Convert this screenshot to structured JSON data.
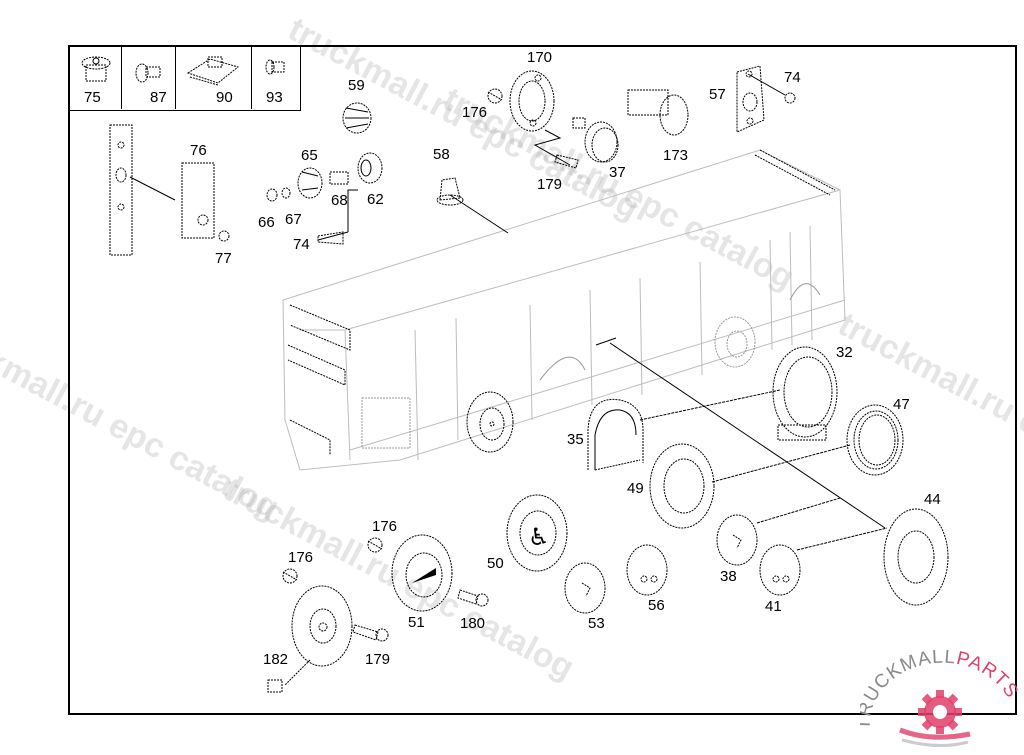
{
  "diagram": {
    "type": "exploded parts diagram",
    "subject": "city bus door control buttons and fittings",
    "legend_parts": [
      "75",
      "87",
      "90",
      "93"
    ],
    "callouts": [
      {
        "id": "c59",
        "label": "59"
      },
      {
        "id": "c170",
        "label": "170"
      },
      {
        "id": "c176a",
        "label": "176"
      },
      {
        "id": "c179a",
        "label": "179"
      },
      {
        "id": "c37",
        "label": "37"
      },
      {
        "id": "c173",
        "label": "173"
      },
      {
        "id": "c57",
        "label": "57"
      },
      {
        "id": "c74a",
        "label": "74"
      },
      {
        "id": "c76",
        "label": "76"
      },
      {
        "id": "c77",
        "label": "77"
      },
      {
        "id": "c65",
        "label": "65"
      },
      {
        "id": "c66",
        "label": "66"
      },
      {
        "id": "c67",
        "label": "67"
      },
      {
        "id": "c68",
        "label": "68"
      },
      {
        "id": "c62",
        "label": "62"
      },
      {
        "id": "c74b",
        "label": "74"
      },
      {
        "id": "c58",
        "label": "58"
      },
      {
        "id": "c32",
        "label": "32"
      },
      {
        "id": "c47",
        "label": "47"
      },
      {
        "id": "c35",
        "label": "35"
      },
      {
        "id": "c49",
        "label": "49"
      },
      {
        "id": "c44",
        "label": "44"
      },
      {
        "id": "c50",
        "label": "50"
      },
      {
        "id": "c38",
        "label": "38"
      },
      {
        "id": "c41",
        "label": "41"
      },
      {
        "id": "c56",
        "label": "56"
      },
      {
        "id": "c53",
        "label": "53"
      },
      {
        "id": "c176b",
        "label": "176"
      },
      {
        "id": "c176c",
        "label": "176"
      },
      {
        "id": "c51",
        "label": "51"
      },
      {
        "id": "c180",
        "label": "180"
      },
      {
        "id": "c182",
        "label": "182"
      },
      {
        "id": "c179b",
        "label": "179"
      }
    ]
  },
  "watermarks": [
    "truckmall.ru epc catalog",
    "truckmall.ru epc catalog",
    "truckmall.ru epc catalog",
    "truckmall.ru epc catalog",
    "truckmall.ru epc catalog"
  ],
  "logo": {
    "text_left": "TRUCKMALL",
    "text_right": "PARTS",
    "brand_color": "#e0406a",
    "gray_color": "#8a8a8a"
  }
}
